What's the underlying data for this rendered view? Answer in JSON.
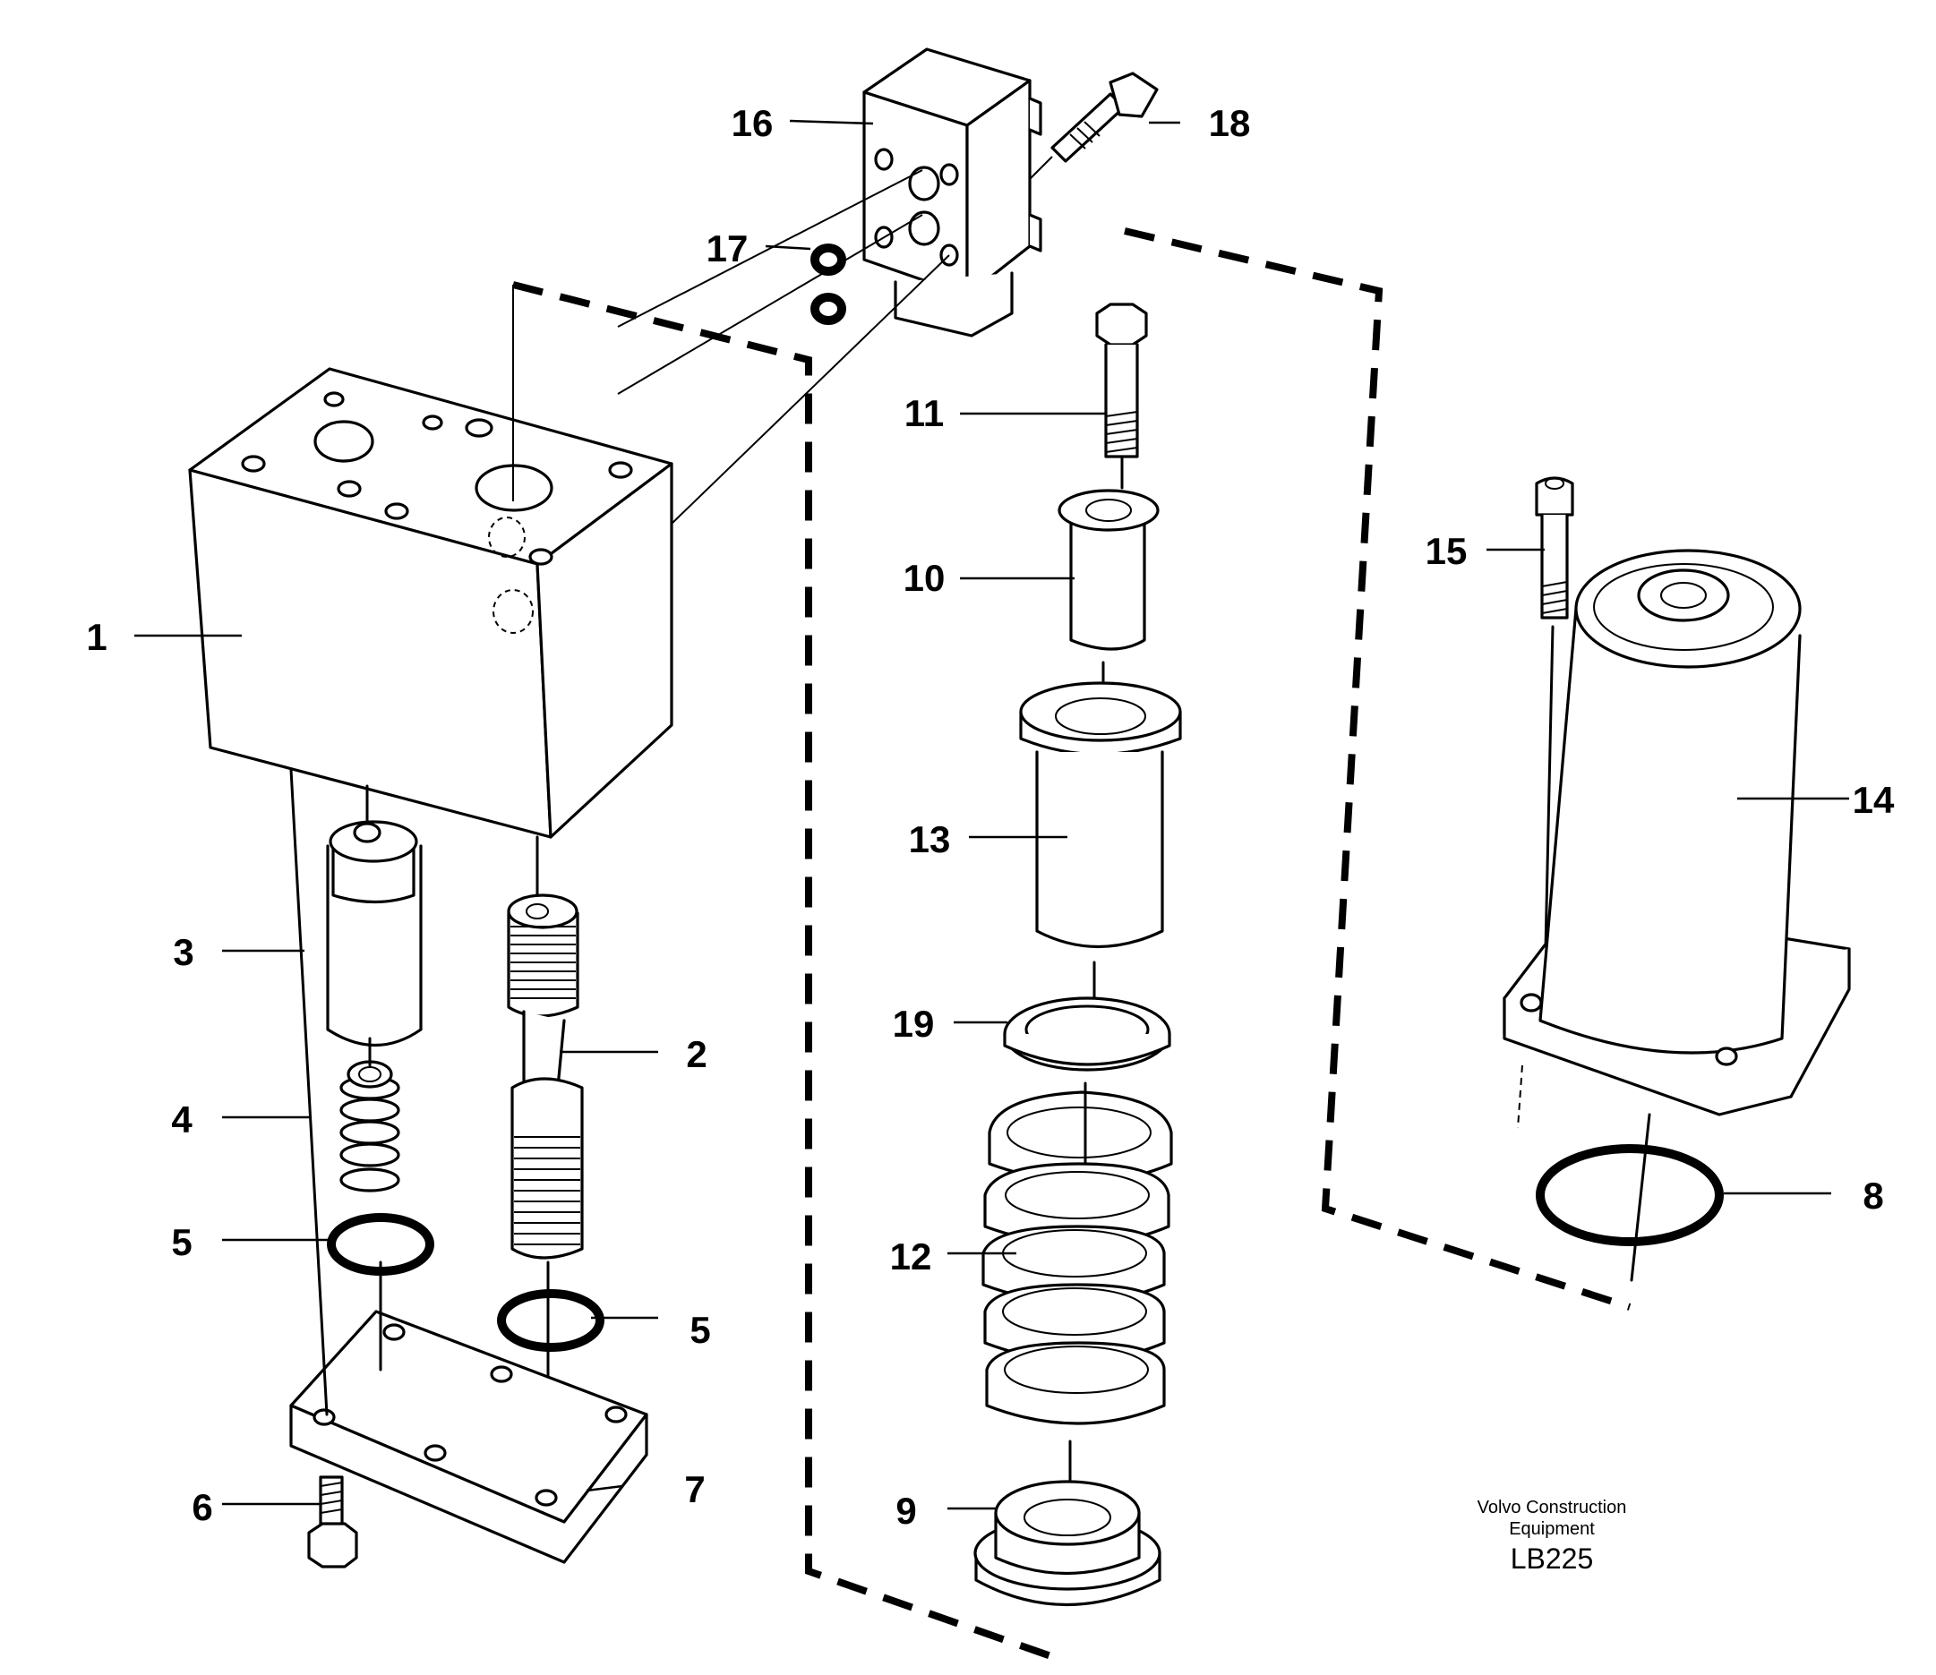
{
  "labels": {
    "p1": "1",
    "p2": "2",
    "p3": "3",
    "p4": "4",
    "p5a": "5",
    "p5b": "5",
    "p6": "6",
    "p7": "7",
    "p8": "8",
    "p9": "9",
    "p10": "10",
    "p11": "11",
    "p12": "12",
    "p13": "13",
    "p14": "14",
    "p15": "15",
    "p16": "16",
    "p17": "17",
    "p18": "18",
    "p19": "19"
  },
  "credit": {
    "line1": "Volvo Construction",
    "line2": "Equipment",
    "code": "LB225"
  }
}
